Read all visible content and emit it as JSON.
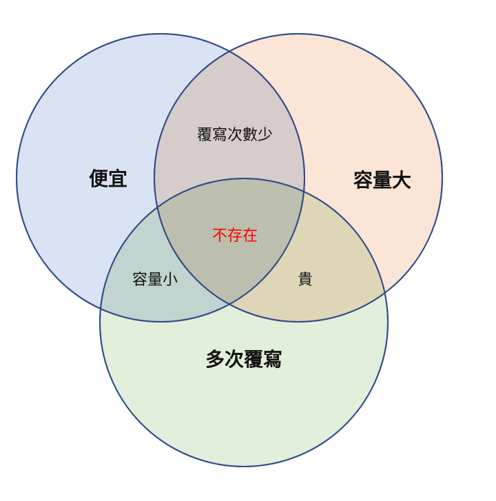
{
  "diagram": {
    "circles": {
      "cheap": {
        "label": "便宜",
        "fill": "#dae3f3"
      },
      "capacity": {
        "label": "容量大",
        "fill": "#fbe5d6"
      },
      "rewrite": {
        "label": "多次覆寫",
        "fill": "#e2efda"
      }
    },
    "intersections": {
      "cheap_capacity": "覆寫次數少",
      "cheap_rewrite": "容量小",
      "capacity_rewrite": "貴",
      "all": "不存在"
    },
    "colors": {
      "stroke": "#2f4b8a",
      "center_text": "#ff0000",
      "text": "#111111"
    }
  }
}
